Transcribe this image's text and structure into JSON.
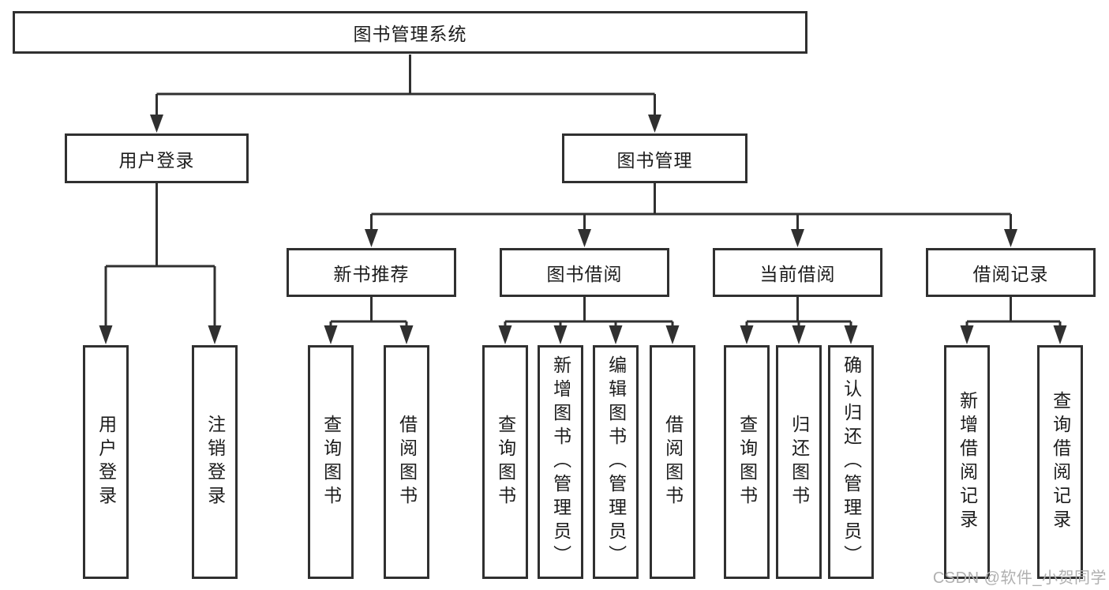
{
  "colors": {
    "line": "#303030",
    "text": "#1c1c1c",
    "box_fill": "#ffffff",
    "watermark": "#b0b0b0",
    "background": "#ffffff"
  },
  "watermark": "CSDN @软件_小贺同学",
  "diagram": {
    "root": {
      "label": "图书管理系统"
    },
    "branches": [
      {
        "label": "用户登录",
        "children": [
          {
            "label": "用户登录"
          },
          {
            "label": "注销登录"
          }
        ]
      },
      {
        "label": "图书管理",
        "children": [
          {
            "label": "新书推荐",
            "children": [
              {
                "label": "查询图书"
              },
              {
                "label": "借阅图书"
              }
            ]
          },
          {
            "label": "图书借阅",
            "children": [
              {
                "label": "查询图书"
              },
              {
                "label": "新增图书（管理员）"
              },
              {
                "label": "编辑图书（管理员）"
              },
              {
                "label": "借阅图书"
              }
            ]
          },
          {
            "label": "当前借阅",
            "children": [
              {
                "label": "查询图书"
              },
              {
                "label": "归还图书"
              },
              {
                "label": "确认归还（管理员）"
              }
            ]
          },
          {
            "label": "借阅记录",
            "children": [
              {
                "label": "新增借阅记录"
              },
              {
                "label": "查询借阅记录"
              }
            ]
          }
        ]
      }
    ]
  }
}
